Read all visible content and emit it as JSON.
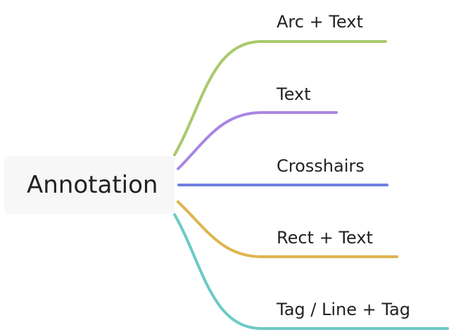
{
  "root": {
    "label": "Annotation"
  },
  "branches": [
    {
      "label": "Arc + Text",
      "color": "#a9c96b"
    },
    {
      "label": "Text",
      "color": "#a986e3"
    },
    {
      "label": "Crosshairs",
      "color": "#6c7fe0"
    },
    {
      "label": "Rect + Text",
      "color": "#deb54f"
    },
    {
      "label": "Tag / Line + Tag",
      "color": "#6ccac6"
    }
  ]
}
